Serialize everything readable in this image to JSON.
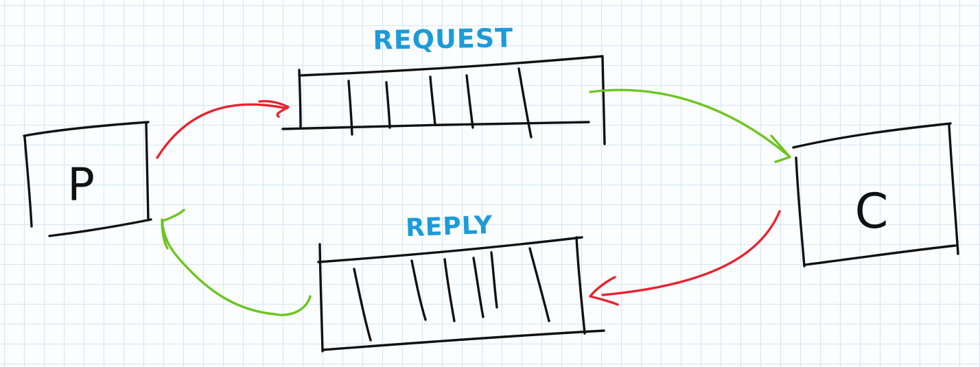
{
  "colors": {
    "ink": "#111111",
    "label": "#1d9bd8",
    "request_arrow": "#e8232f",
    "response_arrow": "#6cc51e",
    "grid": "#d3e5f3"
  },
  "nodes": {
    "producer": {
      "label": "P"
    },
    "consumer": {
      "label": "C"
    }
  },
  "queues": {
    "request": {
      "label": "REQUEST",
      "slots": 5
    },
    "reply": {
      "label": "REPLY",
      "slots": 6
    }
  }
}
